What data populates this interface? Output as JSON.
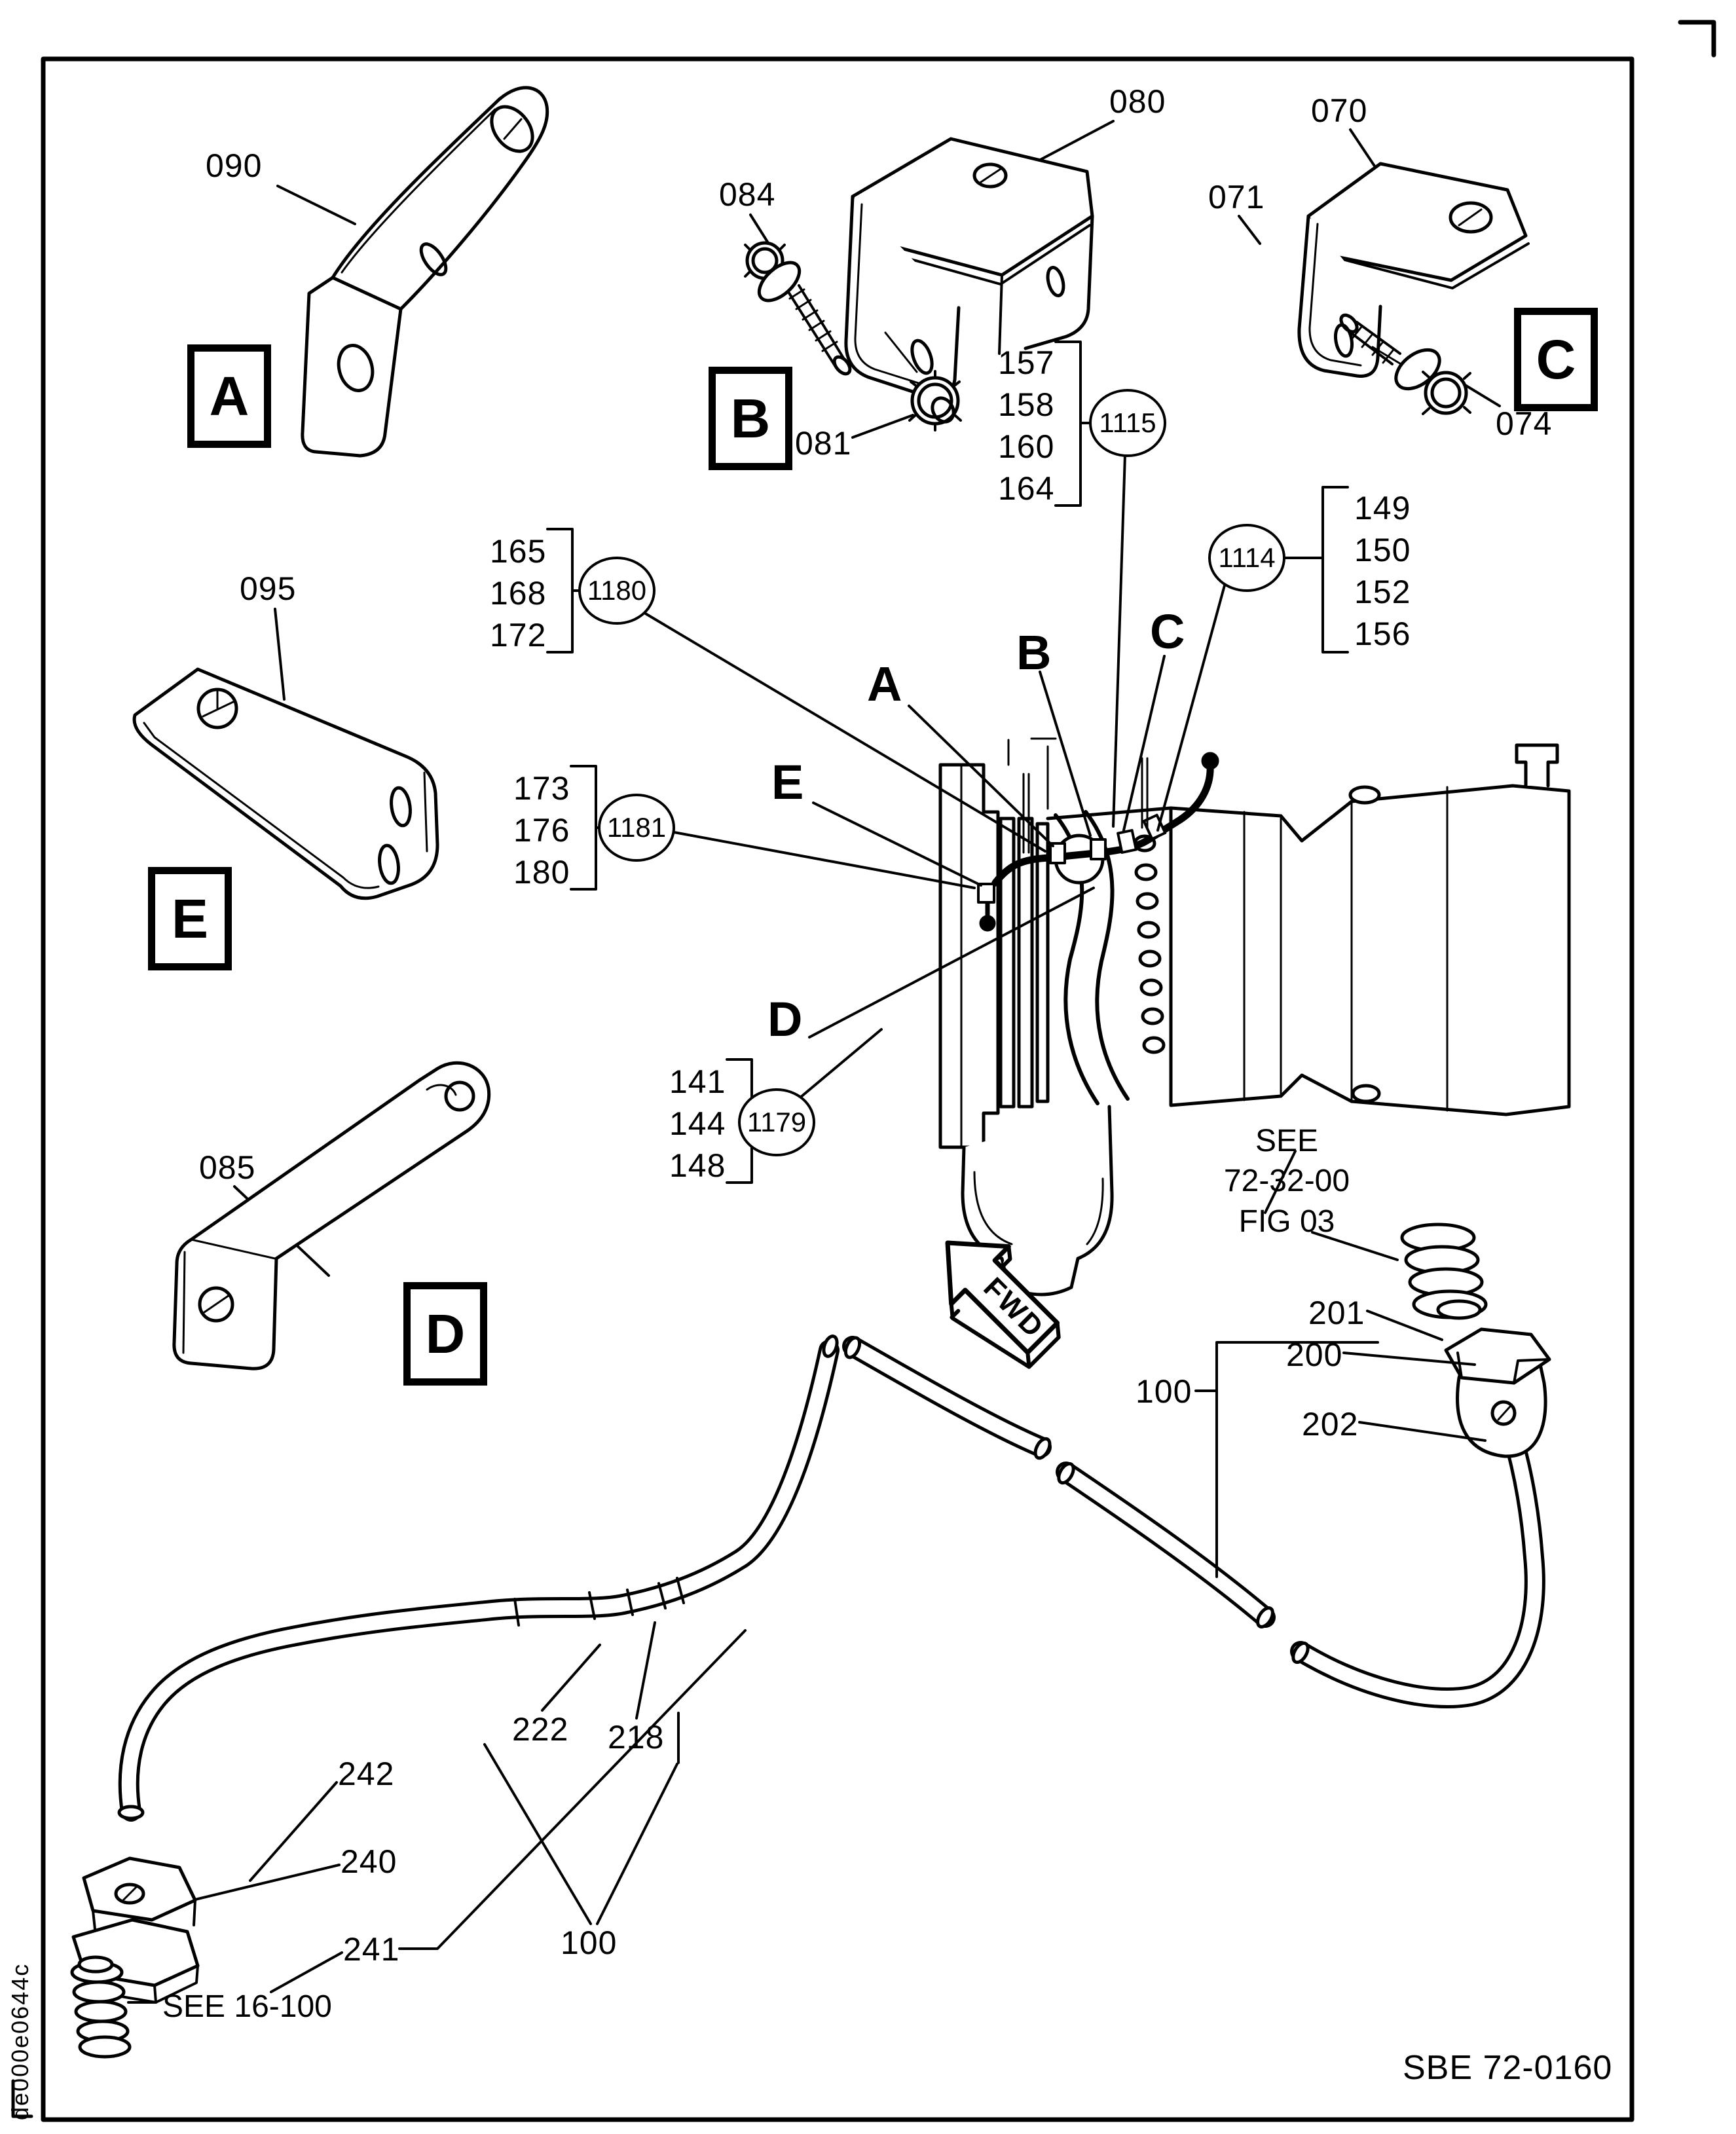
{
  "figure": {
    "code": "SBE 72-0160",
    "doc_code": "de000e0644c"
  },
  "letters": {
    "a": "A",
    "b": "B",
    "c": "C",
    "d": "D",
    "e": "E"
  },
  "parts": {
    "090": "090",
    "084": "084",
    "080": "080",
    "081": "081",
    "070": "070",
    "071": "071",
    "074": "074",
    "095": "095",
    "085": "085",
    "100": "100",
    "201": "201",
    "200": "200",
    "202": "202",
    "222": "222",
    "218": "218",
    "240": "240",
    "241": "241",
    "242": "242"
  },
  "callouts": [
    {
      "number": "1115",
      "items": [
        "157",
        "158",
        "160",
        "164"
      ]
    },
    {
      "number": "1114",
      "items": [
        "149",
        "150",
        "152",
        "156"
      ]
    },
    {
      "number": "1180",
      "items": [
        "165",
        "168",
        "172"
      ]
    },
    {
      "number": "1181",
      "items": [
        "173",
        "176",
        "180"
      ]
    },
    {
      "number": "1179",
      "items": [
        "141",
        "144",
        "148"
      ]
    }
  ],
  "notes": {
    "see_fig_line1": "SEE",
    "see_fig_line2": "72-32-00",
    "see_fig_line3": "FIG 03",
    "see_16": "SEE 16-100",
    "fwd": "FWD"
  }
}
